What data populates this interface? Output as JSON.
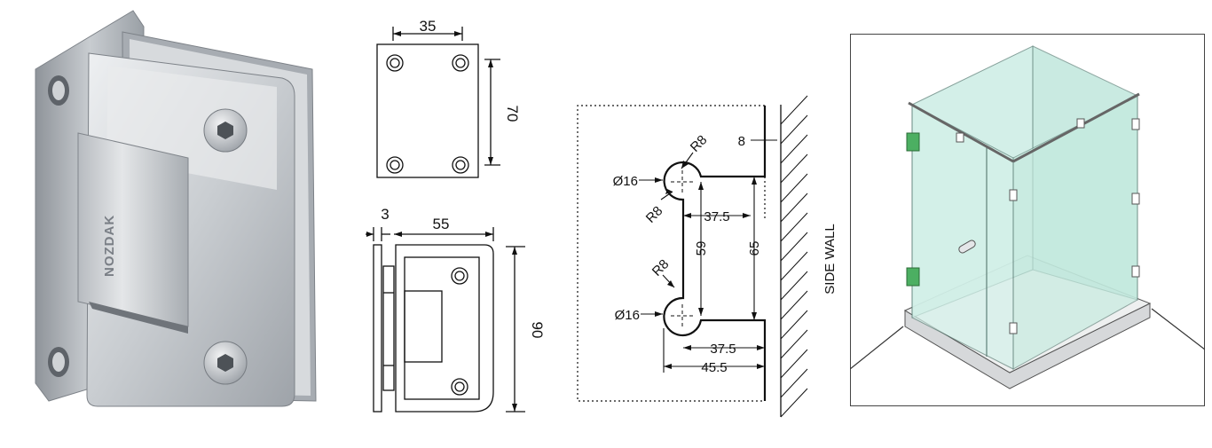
{
  "product": {
    "brand_mark": "NOZDAK"
  },
  "plate_drawing": {
    "width_label": "35",
    "height_label": "70"
  },
  "side_drawing": {
    "thickness_label": "3",
    "width_label": "55",
    "height_label": "90"
  },
  "cutout_drawing": {
    "wall_gap_label": "8",
    "hole_top_label": "Ø16",
    "hole_bottom_label": "Ø16",
    "radius_top_label": "R8",
    "radius_mid_label": "R8",
    "radius_low_label": "R8",
    "depth_top_label": "37.5",
    "inner_height_label": "59",
    "outer_height_label": "65",
    "depth_bottom_label": "37.5",
    "total_depth_label": "45.5",
    "side_wall_label": "SIDE WALL"
  },
  "colors": {
    "line": "#111111",
    "glass": "#c9ece3",
    "hinge_green": "#4caf62",
    "metal_light": "#d9dcdf",
    "metal_dark": "#8d9298"
  }
}
